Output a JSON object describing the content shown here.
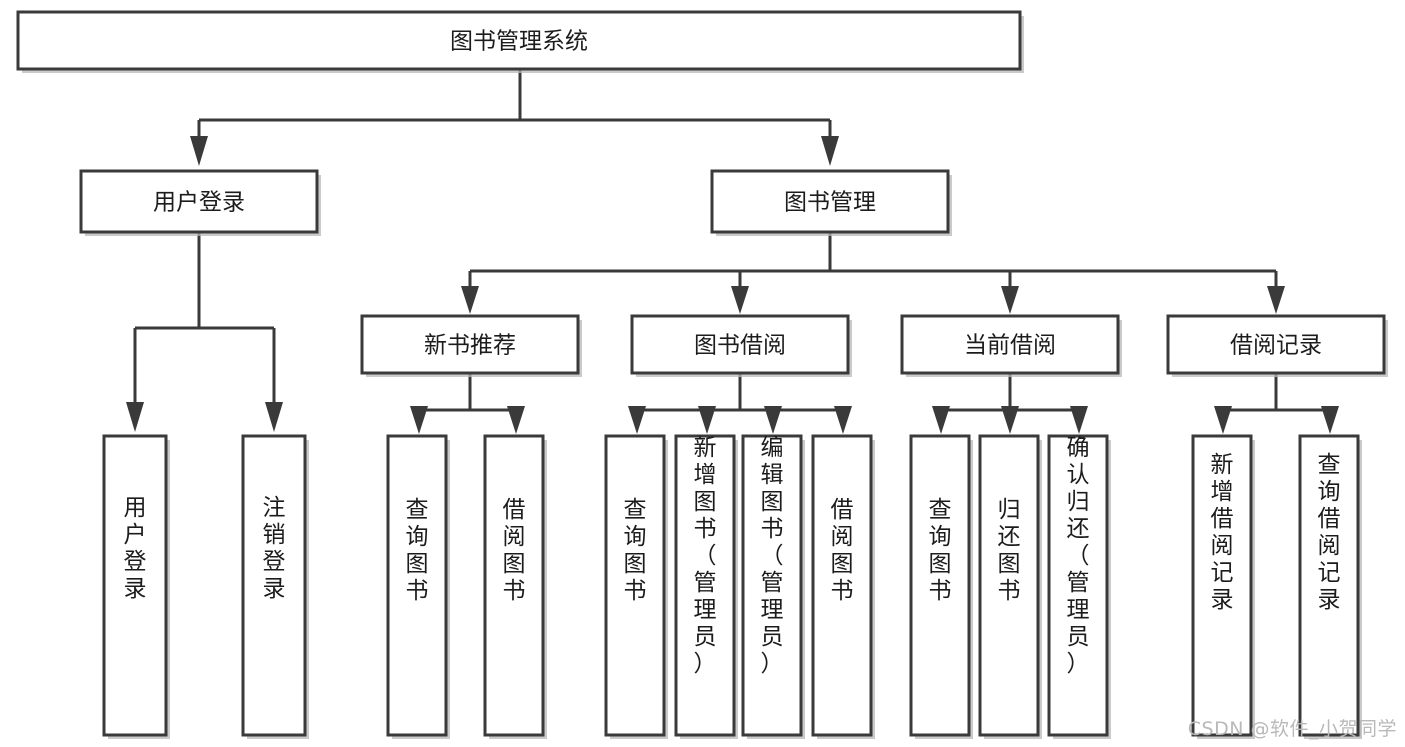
{
  "diagram": {
    "type": "tree-hierarchy",
    "title": "图书管理系统",
    "root": {
      "id": "root",
      "label": "图书管理系统",
      "orientation": "horizontal"
    },
    "level2": [
      {
        "id": "user-login",
        "label": "用户登录",
        "orientation": "horizontal"
      },
      {
        "id": "book-manage",
        "label": "图书管理",
        "orientation": "horizontal"
      }
    ],
    "level3": [
      {
        "id": "new-book-recommend",
        "label": "新书推荐",
        "orientation": "horizontal",
        "parent": "book-manage"
      },
      {
        "id": "book-borrow",
        "label": "图书借阅",
        "orientation": "horizontal",
        "parent": "book-manage"
      },
      {
        "id": "current-borrow",
        "label": "当前借阅",
        "orientation": "horizontal",
        "parent": "book-manage"
      },
      {
        "id": "borrow-record",
        "label": "借阅记录",
        "orientation": "horizontal",
        "parent": "book-manage"
      }
    ],
    "leaves": [
      {
        "id": "leaf-user-login",
        "label": "用户登录",
        "orientation": "vertical",
        "parent": "user-login"
      },
      {
        "id": "leaf-logout",
        "label": "注销登录",
        "orientation": "vertical",
        "parent": "user-login"
      },
      {
        "id": "leaf-query-book-1",
        "label": "查询图书",
        "orientation": "vertical",
        "parent": "new-book-recommend"
      },
      {
        "id": "leaf-borrow-book-1",
        "label": "借阅图书",
        "orientation": "vertical",
        "parent": "new-book-recommend"
      },
      {
        "id": "leaf-query-book-2",
        "label": "查询图书",
        "orientation": "vertical",
        "parent": "book-borrow"
      },
      {
        "id": "leaf-add-book",
        "label": "新增图书（管理员）",
        "orientation": "vertical",
        "parent": "book-borrow"
      },
      {
        "id": "leaf-edit-book",
        "label": "编辑图书（管理员）",
        "orientation": "vertical",
        "parent": "book-borrow"
      },
      {
        "id": "leaf-borrow-book-2",
        "label": "借阅图书",
        "orientation": "vertical",
        "parent": "book-borrow"
      },
      {
        "id": "leaf-query-book-3",
        "label": "查询图书",
        "orientation": "vertical",
        "parent": "current-borrow"
      },
      {
        "id": "leaf-return-book",
        "label": "归还图书",
        "orientation": "vertical",
        "parent": "current-borrow"
      },
      {
        "id": "leaf-confirm-return",
        "label": "确认归还（管理员）",
        "orientation": "vertical",
        "parent": "current-borrow"
      },
      {
        "id": "leaf-add-record",
        "label": "新增借阅记录",
        "orientation": "vertical",
        "parent": "borrow-record"
      },
      {
        "id": "leaf-query-record",
        "label": "查询借阅记录",
        "orientation": "vertical",
        "parent": "borrow-record"
      }
    ]
  },
  "watermark": {
    "text": "CSDN @软件_小贺同学"
  },
  "colors": {
    "box_stroke": "#3a3a3a",
    "box_fill": "#ffffff",
    "text": "#1c1c1c",
    "connector": "#3a3a3a",
    "watermark": "#b9b9b9",
    "background": "#ffffff"
  }
}
